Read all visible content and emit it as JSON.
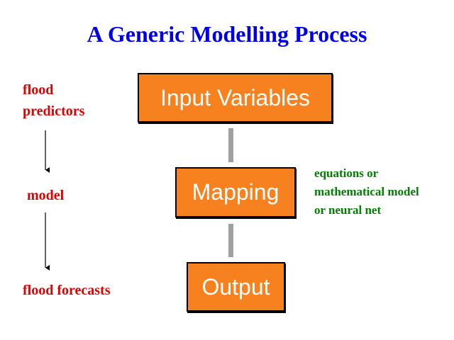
{
  "title": "A Generic Modelling Process",
  "flow_labels": {
    "predictors_line1": "flood",
    "predictors_line2": "predictors",
    "model": "model",
    "forecasts": "flood forecasts"
  },
  "boxes": {
    "input": "Input Variables",
    "mapping": "Mapping",
    "output": "Output"
  },
  "mapping_note": {
    "line1": "equations or",
    "line2": "mathematical model",
    "line3": "or neural net"
  },
  "colors": {
    "title": "#0000ee",
    "flow_labels": "#e00000",
    "mapping_note": "#008000",
    "box_fill": "#f7801f",
    "box_text": "#ffffff",
    "connector": "#a0a0a0",
    "arrow": "#000000"
  }
}
